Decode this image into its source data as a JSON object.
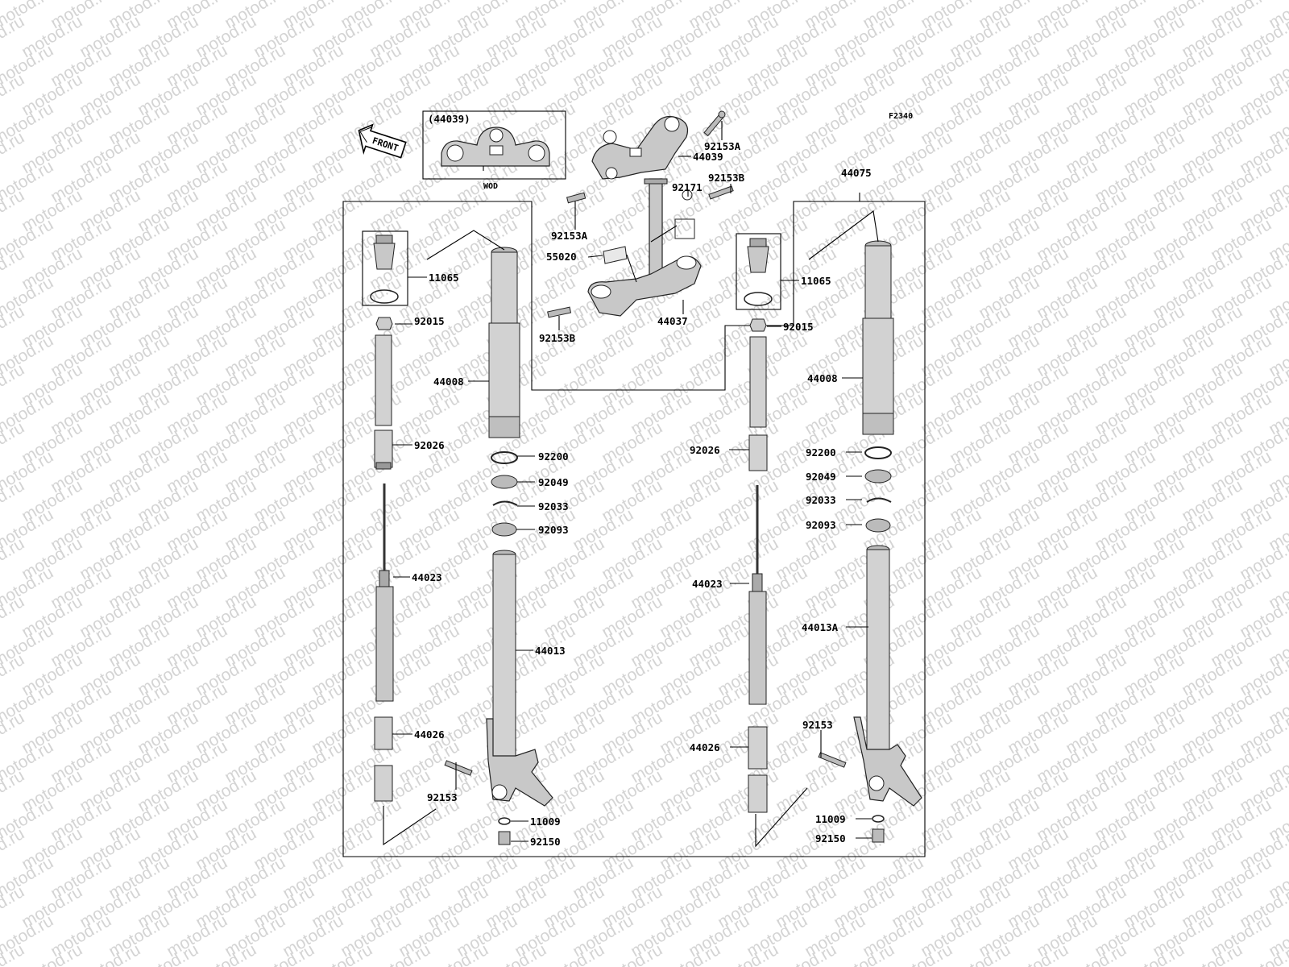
{
  "watermark": "motod.ru",
  "diagram_code": "F2340",
  "front_label": "FRONT",
  "inset": {
    "ref": "(44039)",
    "variant": "WOD"
  },
  "callouts": {
    "top_bolt_a": "92153A",
    "top_bracket": "44039",
    "bolt_b_upper": "92153B",
    "clip": "92171",
    "fork_group": "44075",
    "bolt_a_lower": "92153A",
    "label_plate": "55020",
    "stem": "44037",
    "bolt_b_lower": "92153B",
    "l_adjuster": "11065",
    "l_nut": "92015",
    "l_outer_upper": "44008",
    "l_collar": "92026",
    "l_ring_92200": "92200",
    "l_seal_92049": "92049",
    "l_clip_92033": "92033",
    "l_seal_92093": "92093",
    "l_damper": "44023",
    "l_inner_tube": "44013",
    "l_spring": "44026",
    "l_bolt_92153": "92153",
    "l_washer": "11009",
    "l_bolt_92150": "92150",
    "r_adjuster": "11065",
    "r_nut": "92015",
    "r_outer_upper": "44008",
    "r_collar": "92026",
    "r_ring_92200": "92200",
    "r_seal_92049": "92049",
    "r_clip_92033": "92033",
    "r_seal_92093": "92093",
    "r_damper": "44023",
    "r_inner_tube": "44013A",
    "r_spring": "44026",
    "r_bolt_92153": "92153",
    "r_washer": "11009",
    "r_bolt_92150": "92150"
  }
}
